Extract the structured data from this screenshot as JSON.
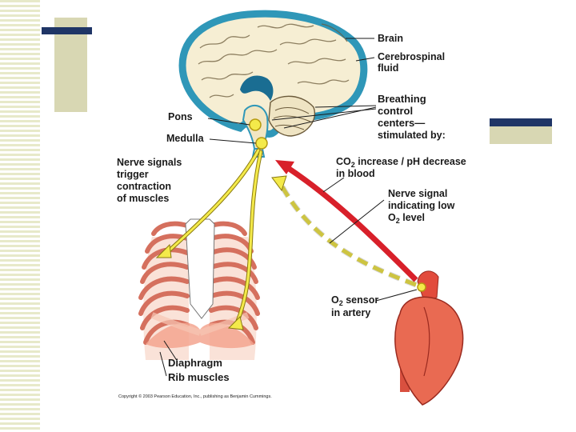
{
  "labels": {
    "brain": "Brain",
    "csf_1": "Cerebrospinal",
    "csf_2": "fluid",
    "breathing_1": "Breathing",
    "breathing_2": "control",
    "breathing_3": "centers—",
    "breathing_4": "stimulated by:",
    "pons": "Pons",
    "medulla": "Medulla",
    "nerve_trigger_1": "Nerve signals",
    "nerve_trigger_2": "trigger",
    "nerve_trigger_3": "contraction",
    "nerve_trigger_4": "of muscles",
    "co2_a": "CO",
    "co2_sub": "2",
    "co2_b": " increase / pH decrease",
    "co2_line2": "in blood",
    "low_o2_1": "Nerve signal",
    "low_o2_2": "indicating low",
    "low_o2_3a": "O",
    "low_o2_3sub": "2",
    "low_o2_3b": " level",
    "sensor_1a": "O",
    "sensor_1sub": "2",
    "sensor_1b": " sensor",
    "sensor_2": "in artery",
    "diaphragm": "Diaphragm",
    "rib_muscles": "Rib muscles"
  },
  "copyright": "Copyright © 2003 Pearson Education, Inc., publishing as Benjamin Cummings.",
  "colors": {
    "navy_bar": "#1f3566",
    "khaki": "#d8d7b3",
    "brain_fill": "#f6eed3",
    "brain_outline": "#2f97b8",
    "nerve_yellow": "#f4ea4a",
    "co2_arrow_red": "#d8202a",
    "heart": "#e96a52",
    "rib": "#e8907c"
  }
}
